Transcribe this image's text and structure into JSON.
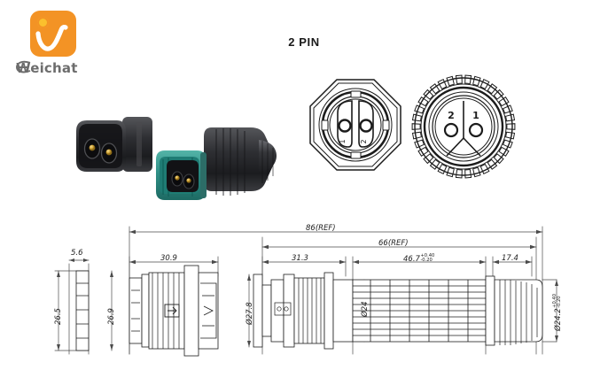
{
  "brand": {
    "name": "Weichat",
    "logo_icon": "weichat-w-logo",
    "logo_color": "#f39325",
    "text_color": "#6d6d6d"
  },
  "header": {
    "title": "2 PIN"
  },
  "photos": {
    "left_label": "female-socket-connector",
    "right_label": "male-plug-connector",
    "body_color": "#2b2b2d",
    "accent_color": "#2f8f86",
    "pin_color": "#d8ab3c"
  },
  "face_views": [
    {
      "name": "octagonal-face-view",
      "shape": "octagon",
      "pins": [
        "1",
        "2"
      ]
    },
    {
      "name": "knurled-face-view",
      "shape": "circle",
      "pins": [
        "2",
        "1"
      ]
    }
  ],
  "dimensions": {
    "overall_length": "86(REF)",
    "mated_length": "66(REF)",
    "socket_depth": "30.9",
    "flange_thickness": "5.6",
    "flange_height": "26.5",
    "socket_height": "26.9",
    "plug_front": "31.3",
    "plug_body": "46.7",
    "plug_body_tol_up": "+0.40",
    "plug_body_tol_dn": "-0.20",
    "cap_length": "17.4",
    "dia_flange": "Ø27.8",
    "dia_body": "Ø24",
    "dia_cap": "Ø24.2",
    "dia_cap_tol_up": "+0.40",
    "dia_cap_tol_dn": "-0.20"
  }
}
